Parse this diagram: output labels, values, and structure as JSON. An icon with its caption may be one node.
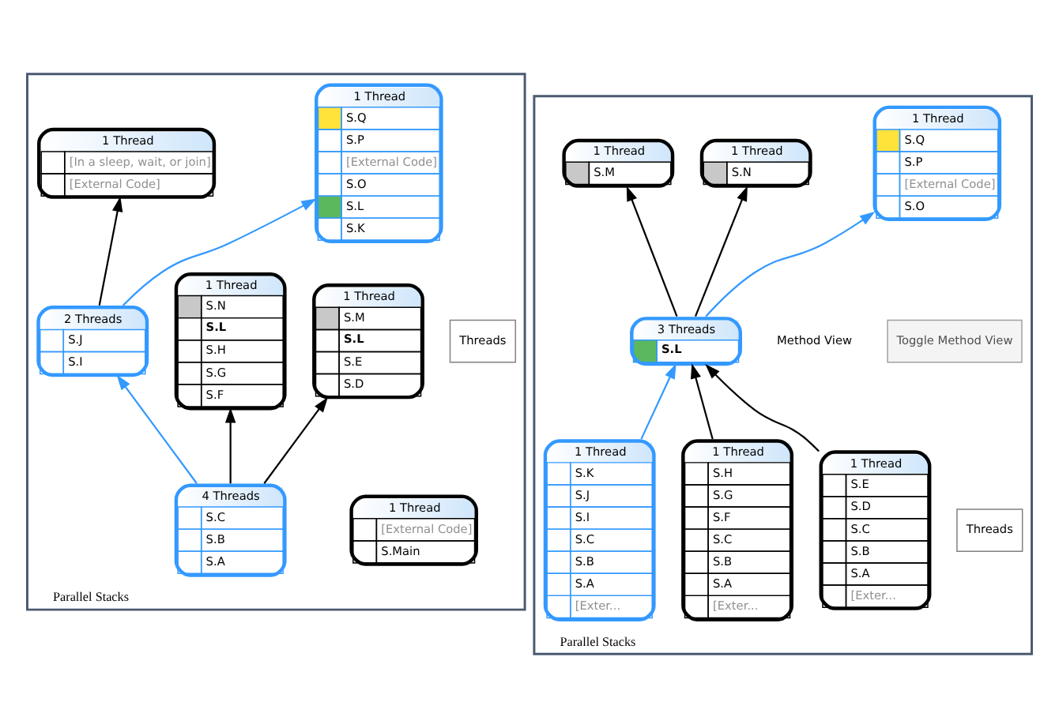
{
  "diagram": {
    "nodes": [
      {
        "text": [
          "Parallel Stacks"
        ]
      },
      {
        "text": [
          "1 Thread",
          "S.Q",
          "S.P",
          "[External Code]",
          "S.O",
          "S.L",
          "S.K"
        ],
        "in": 0
      },
      {
        "text": [
          "1 Thread",
          "[In a sleep, wait, or join]",
          "[External Code]"
        ],
        "in": 0
      },
      {
        "text": [
          "1 Thread",
          "S.M",
          "S.L",
          "S.E",
          "S.D"
        ],
        "in": 0
      },
      {
        "text": [
          "2 Threads",
          "S.J",
          "S.I"
        ],
        "in": 0
      },
      {
        "text": [
          "1 Thread",
          "S.N",
          "S.L",
          "S.H",
          "S.G",
          "S.F"
        ],
        "in": 0
      },
      {
        "text": [
          "1 Thread",
          "[External Code]",
          "S.Main"
        ],
        "in": 0
      },
      {
        "text": [
          "4 Threads",
          "S.C",
          "S.B",
          "S.A"
        ],
        "in": 0
      },
      {
        "text": [
          "Parallel Stacks"
        ]
      },
      {
        "text": [
          "1 Thread",
          "S.Q",
          "S.P",
          "[External Code]",
          "S.O"
        ],
        "in": 8
      },
      {
        "text": [
          "1 Thread",
          "S.M"
        ],
        "in": 8
      },
      {
        "text": [
          "1 Thread",
          "S.N"
        ],
        "in": 8
      },
      {
        "text": [
          "3 Threads",
          "S.L"
        ],
        "in": 8
      },
      {
        "text": [
          "1 Thread",
          "S.E",
          "S.D",
          "S.C",
          "S.B",
          "S.A",
          "[Exter..."
        ],
        "in": 8
      },
      {
        "text": [
          "1 Thread",
          "S.H",
          "S.G",
          "S.F",
          "S.C",
          "S.B",
          "S.A",
          "[Exter..."
        ],
        "in": 8
      },
      {
        "text": [
          "1 Thread",
          "S.K",
          "S.J",
          "S.I",
          "S.C",
          "S.B",
          "S.A",
          "[Exter..."
        ],
        "in": 8
      }
    ],
    "edges": [
      {
        "from": 7,
        "to": 3,
        "arrow": "to"
      },
      {
        "from": 7,
        "to": 4,
        "arrow": "to",
        "color": "#3399ff"
      },
      {
        "from": 7,
        "to": 5,
        "arrow": "to"
      },
      {
        "from": 4,
        "to": 1,
        "arrow": "to",
        "color": "#3399ff"
      },
      {
        "from": 4,
        "to": 2,
        "arrow": "to"
      },
      {
        "from": 12,
        "to": 10,
        "arrow": "to"
      },
      {
        "from": 12,
        "to": 9,
        "arrow": "to",
        "color": "#3399ff"
      },
      {
        "from": 12,
        "to": 11,
        "arrow": "to"
      },
      {
        "from": 13,
        "to": 12,
        "arrow": "to"
      },
      {
        "from": 14,
        "to": 12,
        "arrow": "to"
      },
      {
        "from": 15,
        "to": 12,
        "arrow": "to",
        "color": "#3399ff"
      }
    ],
    "labels": [
      "Threads",
      "Threads",
      "Toggle Method View",
      "Method View"
    ]
  }
}
